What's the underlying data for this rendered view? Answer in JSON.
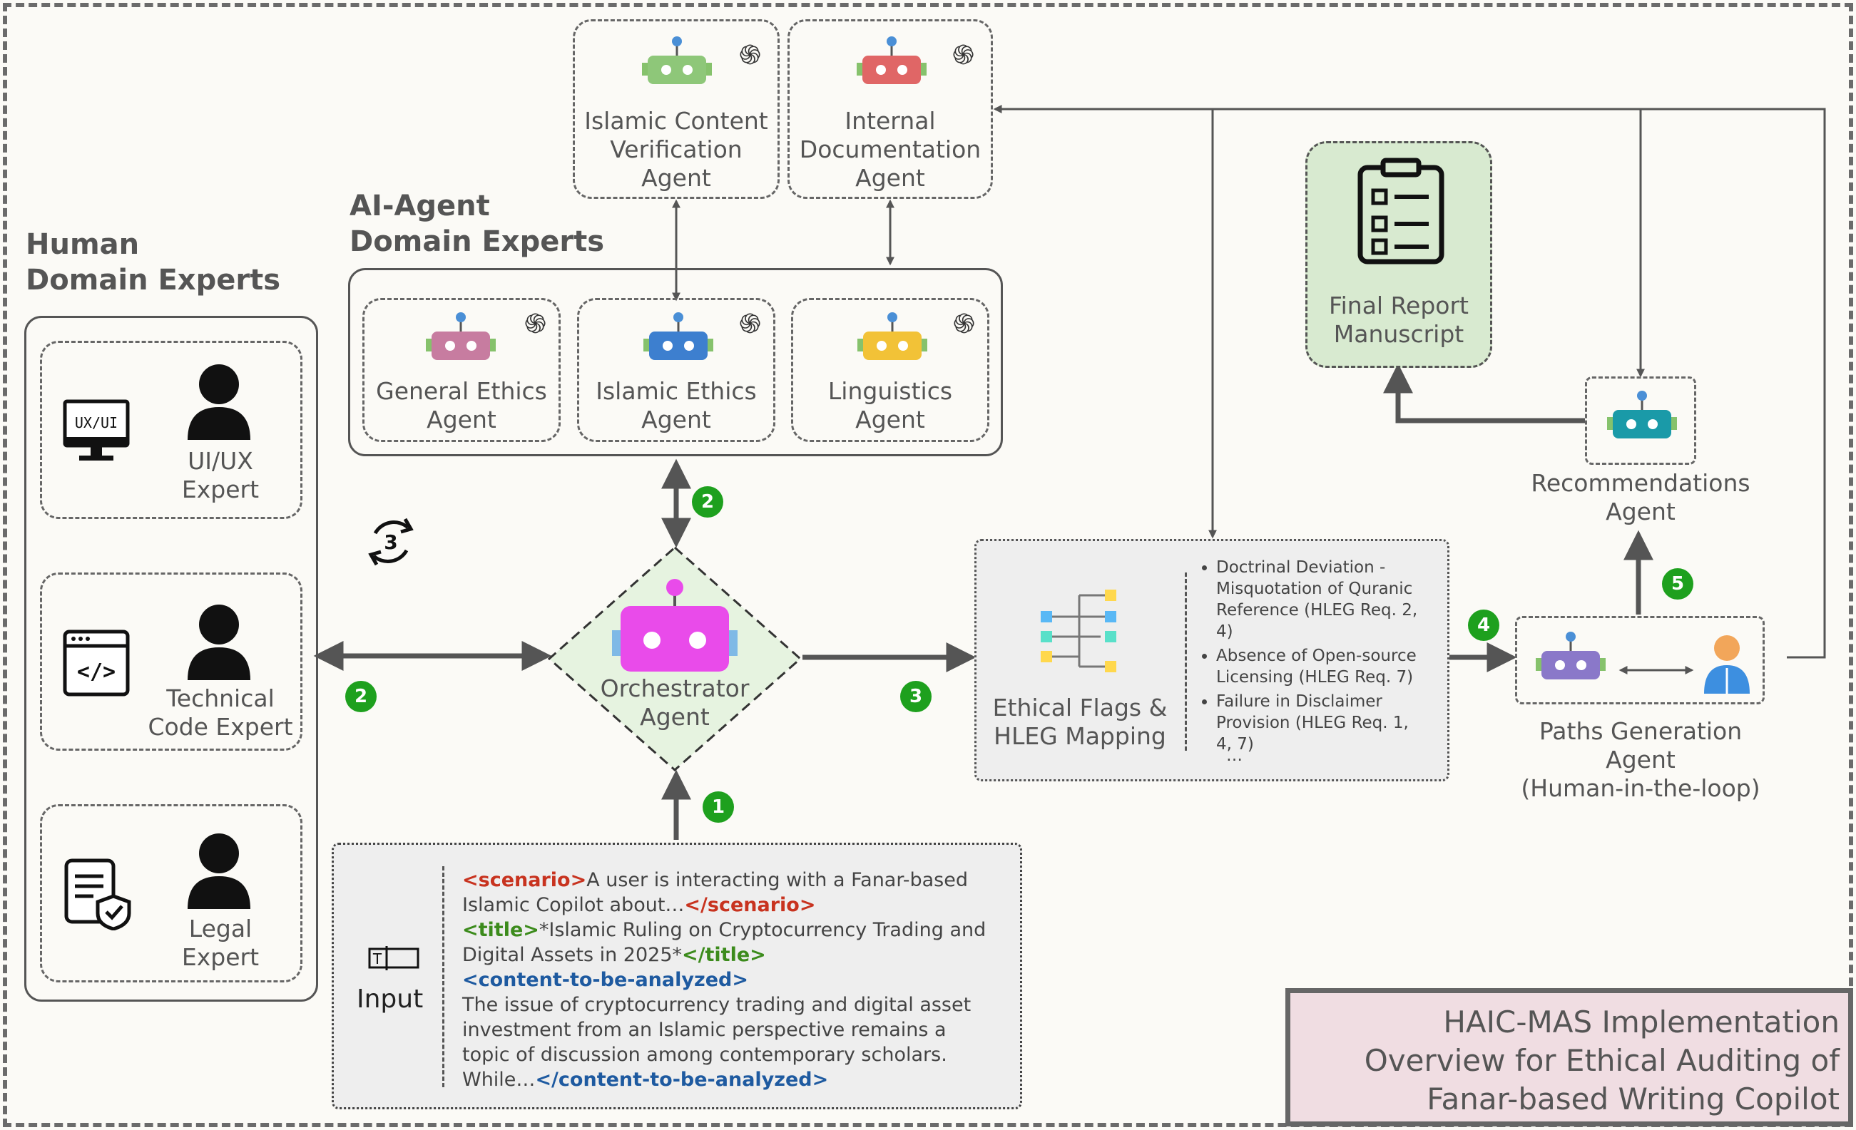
{
  "human_panel": {
    "title_line1": "Human",
    "title_line2": "Domain Experts",
    "experts": [
      {
        "icon_text": "UX/UI",
        "line1": "UI/UX",
        "line2": "Expert"
      },
      {
        "icon_text": "</>",
        "line1": "Technical",
        "line2": "Code Expert"
      },
      {
        "icon_text": "",
        "line1": "Legal",
        "line2": "Expert"
      }
    ]
  },
  "ai_panel": {
    "title_line1": "AI-Agent",
    "title_line2": "Domain Experts",
    "agents": [
      {
        "line1": "General Ethics",
        "line2": "Agent",
        "color": "#c77ca0"
      },
      {
        "line1": "Islamic Ethics",
        "line2": "Agent",
        "color": "#3d7fcf"
      },
      {
        "line1": "Linguistics",
        "line2": "Agent",
        "color": "#f2c237"
      }
    ]
  },
  "top_agents": [
    {
      "line1": "Islamic Content",
      "line2": "Verification",
      "line3": "Agent",
      "color": "#8ec779"
    },
    {
      "line1": "Internal",
      "line2": "Documentation",
      "line3": "Agent",
      "color": "#e06666"
    }
  ],
  "orchestrator": {
    "line1": "Orchestrator",
    "line2": "Agent",
    "color": "#e94bea"
  },
  "loop_number": "3",
  "badges": {
    "b1": "1",
    "b2a": "2",
    "b2b": "2",
    "b3": "3",
    "b4": "4",
    "b5": "5"
  },
  "input": {
    "label": "Input",
    "icon_text": "T",
    "scenario_open": "<scenario>",
    "scenario_text": "A user is interacting with a Fanar-based",
    "scenario_text2": "Islamic Copilot about…",
    "scenario_close": "</scenario>",
    "title_open": "<title>",
    "title_text": "*Islamic Ruling on Cryptocurrency Trading and",
    "title_text2": "Digital Assets in 2025*",
    "title_close": "</title>",
    "content_open": "<content-to-be-analyzed>",
    "content_l1": "The issue of cryptocurrency trading and digital asset",
    "content_l2": "investment from an Islamic perspective remains a",
    "content_l3": "topic of discussion among contemporary scholars.",
    "content_l4": "While…",
    "content_close": "</content-to-be-analyzed>"
  },
  "flags": {
    "line1": "Ethical Flags &",
    "line2": "HLEG Mapping",
    "items": [
      [
        "Doctrinal Deviation -",
        "Misquotation of Quranic",
        "Reference (HLEG Req. 2,",
        "4)"
      ],
      [
        "Absence of Open-source",
        "Licensing (HLEG Req. 7)"
      ],
      [
        "Failure in Disclaimer",
        "Provision (HLEG Req. 1,",
        "4, 7)"
      ]
    ],
    "ellipsis": "…"
  },
  "final_report": {
    "line1": "Final Report",
    "line2": "Manuscript"
  },
  "recommendations": {
    "line1": "Recommendations",
    "line2": "Agent",
    "color": "#1a9aa8"
  },
  "paths": {
    "line1": "Paths Generation",
    "line2": "Agent",
    "line3": "(Human-in-the-loop)",
    "color": "#8a78c9"
  },
  "title_box": {
    "line1": "HAIC-MAS Implementation",
    "line2": "Overview for Ethical Auditing of",
    "line3": "Fanar-based Writing Copilot"
  }
}
